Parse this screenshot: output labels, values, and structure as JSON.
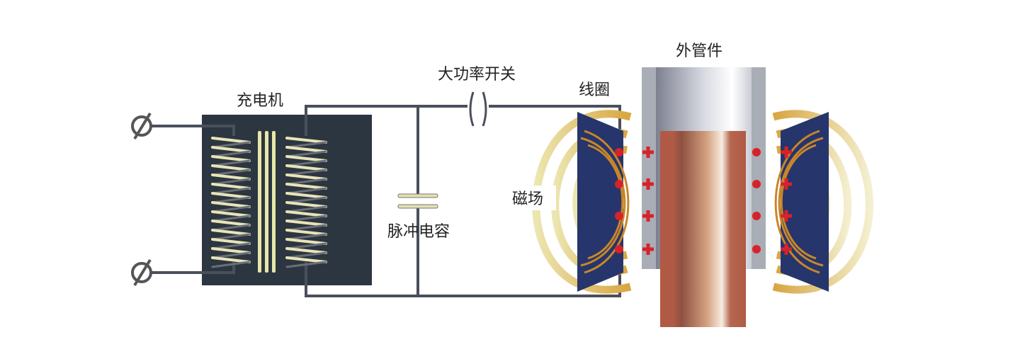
{
  "labels": {
    "charger": "充电机",
    "switch": "大功率开关",
    "coil": "线圈",
    "outer_tube": "外管件",
    "magnetic_field": "磁场",
    "pulse_capacitor": "脉冲电容"
  },
  "colors": {
    "wire": "#4a4f5c",
    "charger_body": "#2c3640",
    "coil_plate": "#26356b",
    "field": "#e9e3a8",
    "copper": "#b5674f",
    "outer_tube": "#a9adb5",
    "charge_mark": "#d8222a"
  }
}
